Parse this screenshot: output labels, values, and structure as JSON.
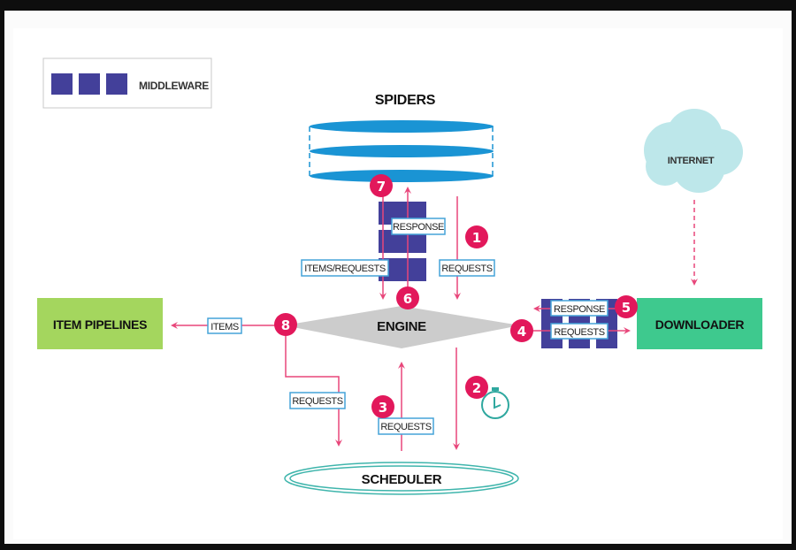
{
  "legend": {
    "label": "MIDDLEWARE",
    "swatch_count": 3
  },
  "components": {
    "spiders": "SPIDERS",
    "engine": "ENGINE",
    "scheduler": "SCHEDULER",
    "downloader": "DOWNLOADER",
    "item_pipelines": "ITEM PIPELINES",
    "internet": "INTERNET"
  },
  "flow_labels": {
    "spider_response": "RESPONSE",
    "items_requests": "ITEMS/REQUESTS",
    "spider_requests": "REQUESTS",
    "items": "ITEMS",
    "scheduler_requests_in": "REQUESTS",
    "scheduler_requests_out": "REQUESTS",
    "downloader_response": "RESPONSE",
    "downloader_requests": "REQUESTS"
  },
  "steps": [
    "1",
    "2",
    "3",
    "4",
    "5",
    "6",
    "7",
    "8"
  ],
  "icons": {
    "timer": "stopwatch-icon"
  },
  "colors": {
    "middleware": "#43409a",
    "spiders": "#1a94d4",
    "engine": "#cccccc",
    "scheduler": "#3fb5ac",
    "downloader": "#3ec98e",
    "item_pipelines": "#a4d65e",
    "internet": "#bde7ea",
    "arrow": "#e8467a",
    "step_badge": "#e2185b",
    "tag_border": "#45a3d8"
  }
}
